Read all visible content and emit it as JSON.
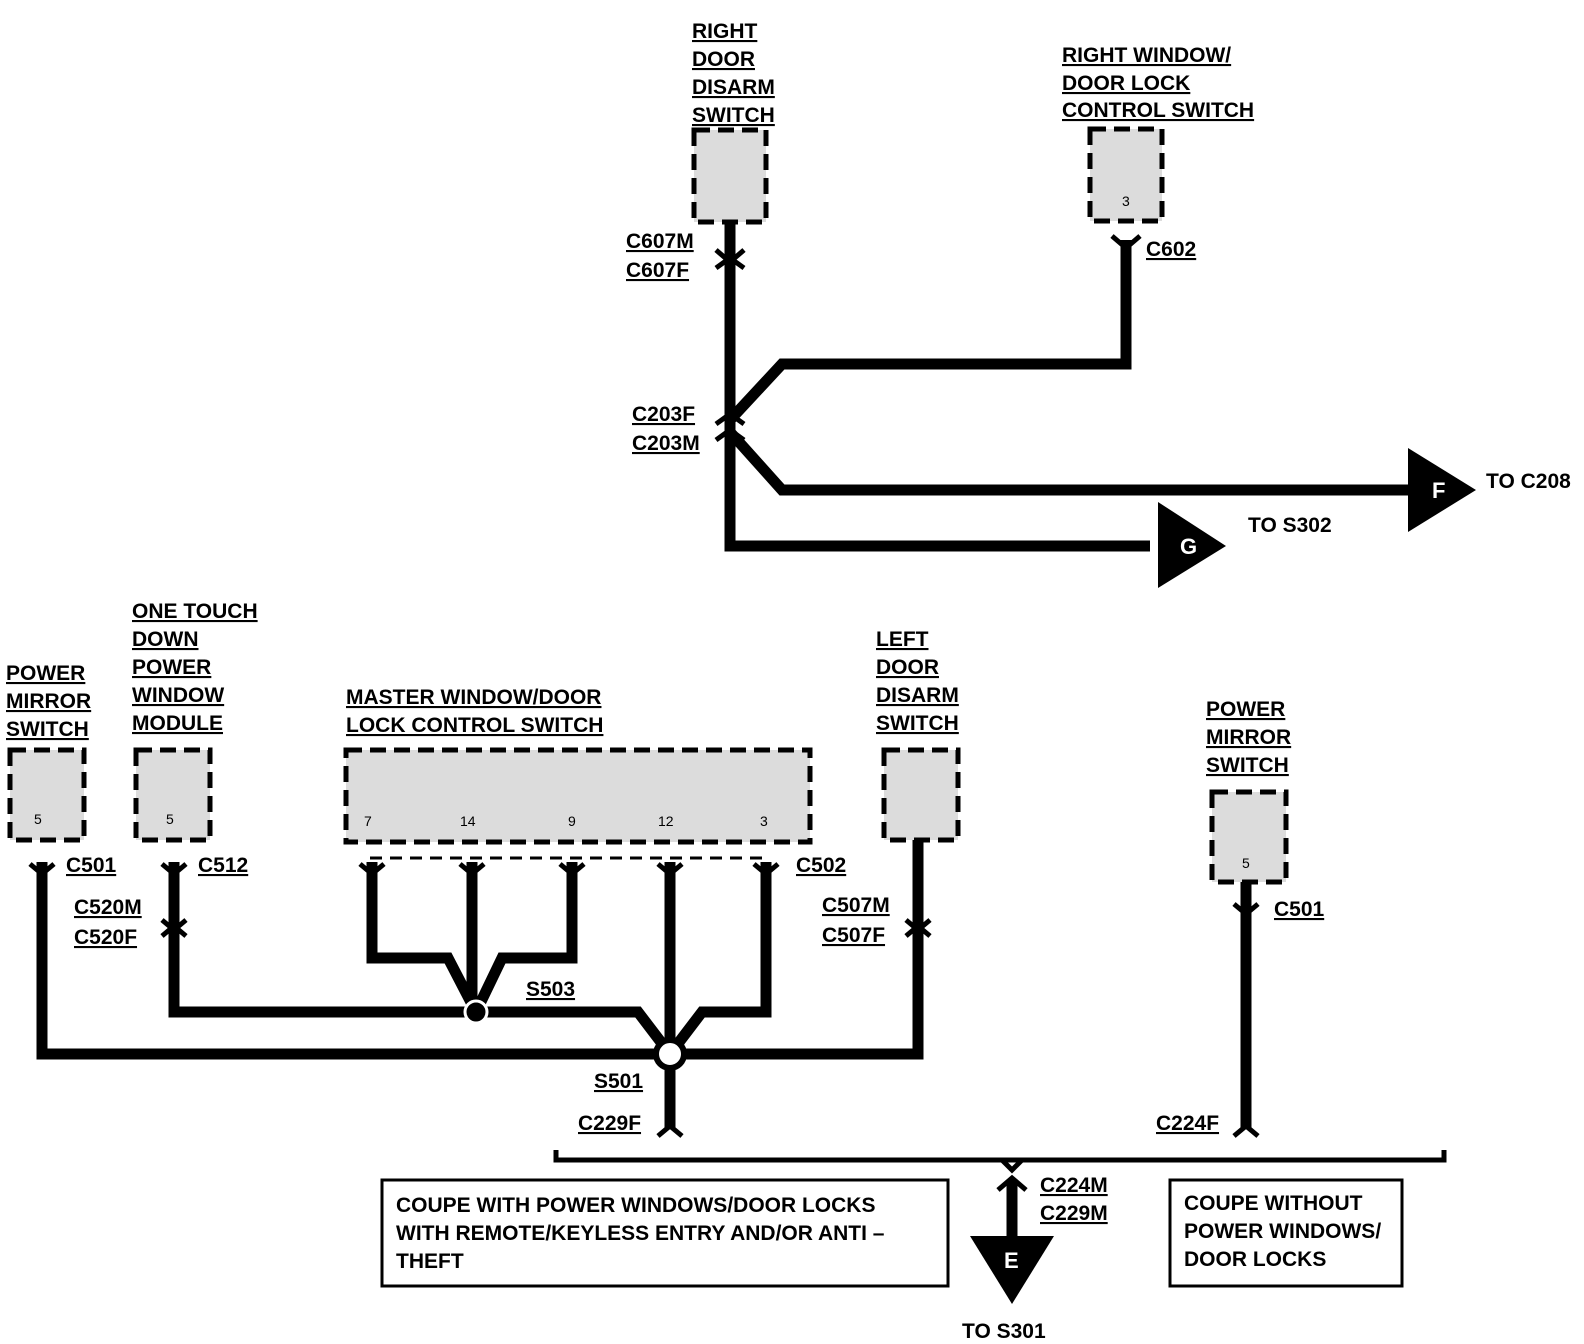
{
  "components": {
    "right_door_disarm_switch": [
      "RIGHT",
      "DOOR",
      "DISARM",
      "SWITCH"
    ],
    "right_window_door_lock_control_switch": [
      "RIGHT WINDOW/",
      "DOOR LOCK",
      "CONTROL SWITCH"
    ],
    "power_mirror_switch_left": [
      "POWER",
      "MIRROR",
      "SWITCH"
    ],
    "one_touch_down_power_window_module": [
      "ONE TOUCH",
      "DOWN",
      "POWER",
      "WINDOW",
      "MODULE"
    ],
    "master_window_door_lock_control_switch": [
      "MASTER WINDOW/DOOR",
      "LOCK CONTROL SWITCH"
    ],
    "left_door_disarm_switch": [
      "LEFT",
      "DOOR",
      "DISARM",
      "SWITCH"
    ],
    "power_mirror_switch_right": [
      "POWER",
      "MIRROR",
      "SWITCH"
    ]
  },
  "pins": {
    "right_window_switch": "3",
    "power_mirror_left": "5",
    "one_touch_module": "5",
    "master_switch": [
      "7",
      "14",
      "9",
      "12",
      "3"
    ],
    "power_mirror_right": "5"
  },
  "connectors": {
    "c607m": "C607M",
    "c607f": "C607F",
    "c602": "C602",
    "c203f": "C203F",
    "c203m": "C203M",
    "c501_left": "C501",
    "c512": "C512",
    "c520m": "C520M",
    "c520f": "C520F",
    "c502": "C502",
    "c507m": "C507M",
    "c507f": "C507F",
    "c501_right": "C501",
    "c229f": "C229F",
    "c224f": "C224F",
    "c224m": "C224M",
    "c229m": "C229M"
  },
  "splices": {
    "s503": "S503",
    "s501": "S501"
  },
  "arrows": {
    "f": {
      "letter": "F",
      "target": "TO C208"
    },
    "g": {
      "letter": "G",
      "target": "TO S302"
    },
    "e": {
      "letter": "E",
      "target": "TO S301"
    }
  },
  "notes": {
    "with": [
      "COUPE WITH POWER WINDOWS/DOOR LOCKS",
      "WITH REMOTE/KEYLESS ENTRY AND/OR ANTI –",
      "THEFT"
    ],
    "without": [
      "COUPE WITHOUT",
      "POWER WINDOWS/",
      "DOOR LOCKS"
    ]
  }
}
